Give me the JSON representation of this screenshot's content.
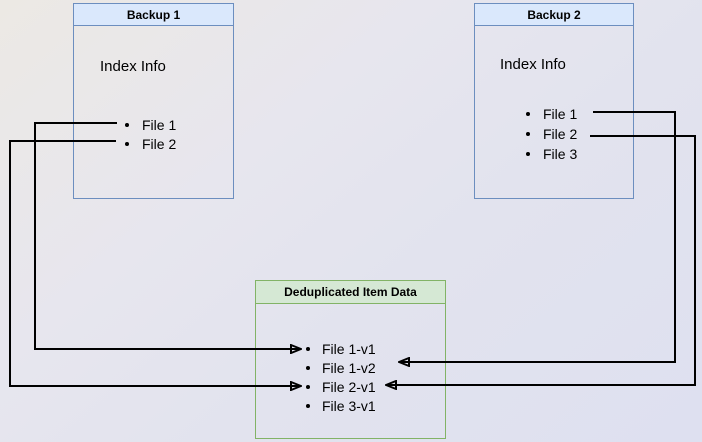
{
  "diagram": {
    "boxes": {
      "backup1": {
        "title": "Backup 1",
        "section_label": "Index Info",
        "files": [
          "File 1",
          "File 2"
        ]
      },
      "backup2": {
        "title": "Backup 2",
        "section_label": "Index Info",
        "files": [
          "File 1",
          "File 2",
          "File 3"
        ]
      },
      "dedup": {
        "title": "Deduplicated Item Data",
        "items": [
          "File 1-v1",
          "File 1-v2",
          "File 2-v1",
          "File 3-v1"
        ]
      }
    },
    "connections": [
      {
        "from": "Backup 1 / File 1",
        "to": "Deduplicated Item Data / File 1-v1"
      },
      {
        "from": "Backup 1 / File 2",
        "to": "Deduplicated Item Data / File 2-v1"
      },
      {
        "from": "Backup 2 / File 1",
        "to": "Deduplicated Item Data / File 1-v2"
      },
      {
        "from": "Backup 2 / File 2",
        "to": "Deduplicated Item Data / File 2-v1"
      }
    ],
    "colors": {
      "backup_header_fill": "#dae8fc",
      "backup_border": "#6c8ebf",
      "dedup_header_fill": "#d5e8d4",
      "dedup_border": "#82b366",
      "connector": "#000000",
      "text": "#000000",
      "background_top_left": "#ece9e4",
      "background_bottom_right": "#dee0f0"
    }
  }
}
